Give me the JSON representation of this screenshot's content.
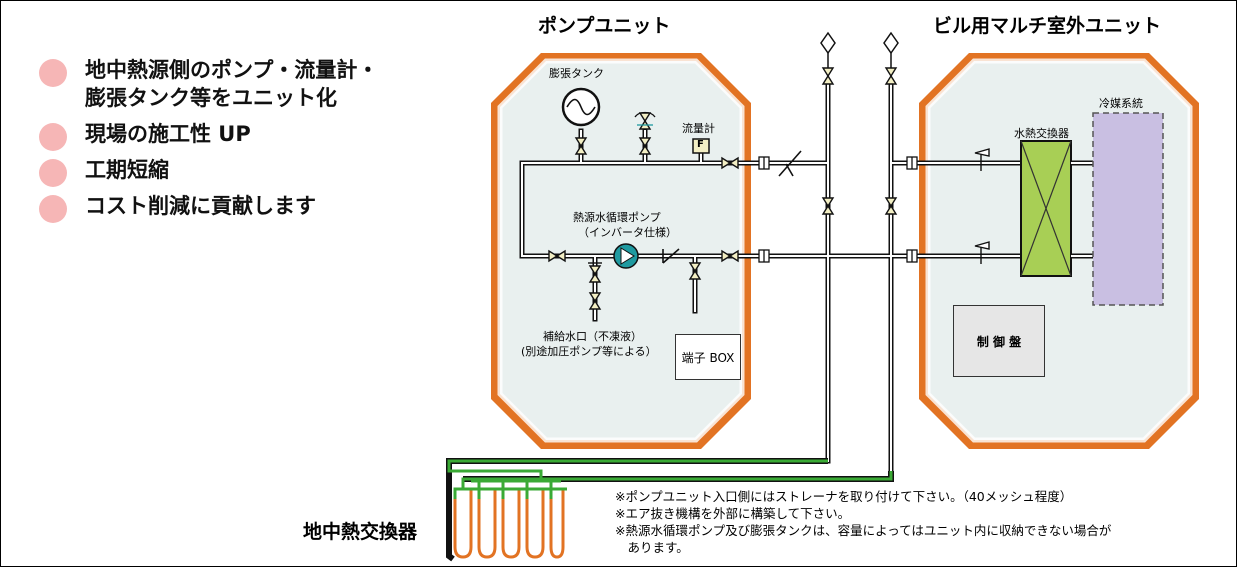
{
  "bullets": [
    {
      "lines": [
        "地中熱源側のポンプ・流量計・",
        "膨張タンク等をユニット化"
      ]
    },
    {
      "lines": [
        "現場の施工性 UP"
      ]
    },
    {
      "lines": [
        "工期短縮"
      ]
    },
    {
      "lines": [
        "コスト削減に貢献します"
      ]
    }
  ],
  "titles": {
    "pump_unit": "ポンプユニット",
    "outdoor_unit": "ビル用マルチ室外ユニット",
    "ground_hx": "地中熱交換器"
  },
  "labels": {
    "expansion_tank": "膨張タンク",
    "flow_meter": "流量計",
    "flow_meter_symbol": "F",
    "pump_line1": "熱源水循環ポンプ",
    "pump_line2": "（インバータ仕様）",
    "makeup_line1": "補給水口（不凍液）",
    "makeup_line2": "(別途加圧ポンプ等による）",
    "terminal_box": "端子 BOX",
    "water_hx": "水熱交換器",
    "refrigerant": "冷媒系統",
    "control_panel": "制 御 盤"
  },
  "notes": [
    "※ポンプユニット入口側にはストレーナを取り付けて下さい。（40メッシュ程度）",
    "※エア抜き機構を外部に構築して下さい。",
    "※熱源水循環ポンプ及び膨張タンクは、容量によってはユニット内に収納できない場合が",
    "　あります。"
  ],
  "colors": {
    "unit_border": "#e27323",
    "unit_fill": "#e9f0ef",
    "bullet": "#f6b6b6",
    "ground_pipe_green": "#3aaa35",
    "ground_pipe_orange": "#e27323",
    "water_hx_fill": "#a8cf55",
    "refrigerant_fill": "#c9bfe2",
    "pump_fill": "#1f9aa0",
    "control_fill": "#e6e6e6",
    "valve_fill": "#f3efc4"
  }
}
